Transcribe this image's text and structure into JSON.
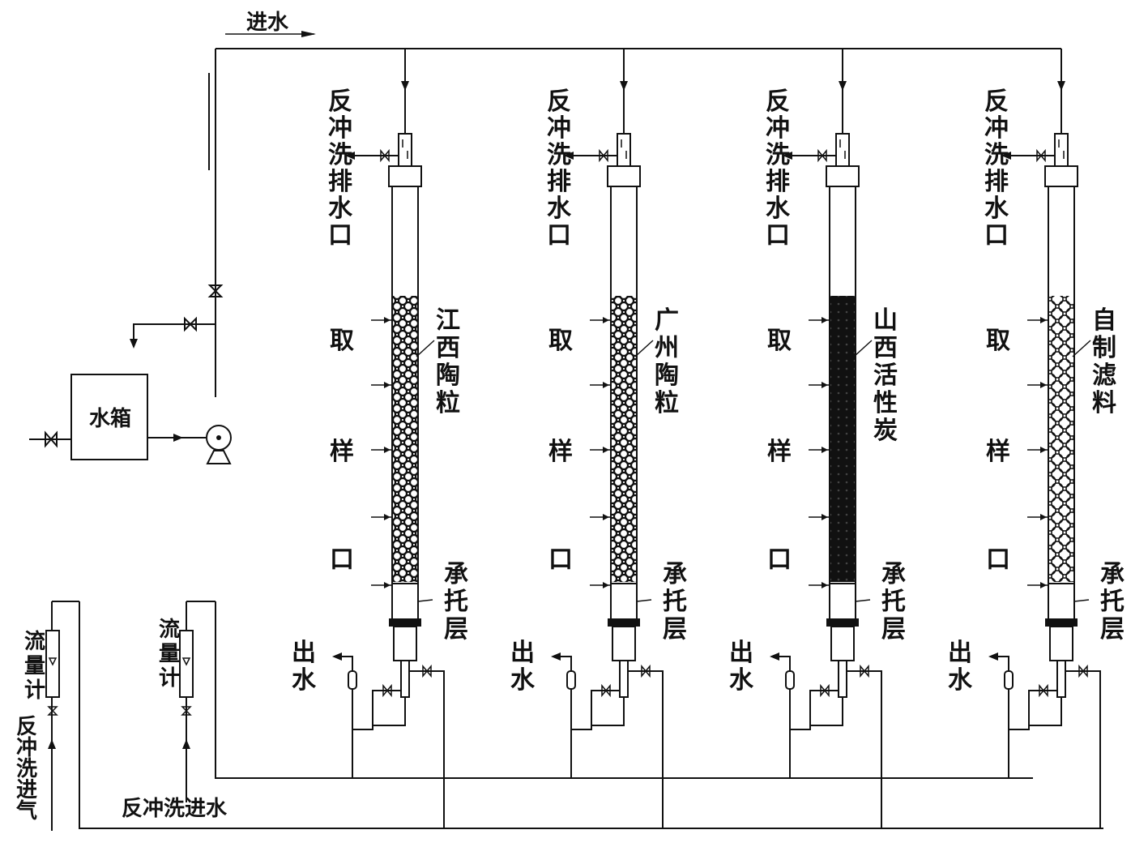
{
  "labels": {
    "inlet_water": "进水",
    "water_tank": "水箱",
    "backwash_inlet": "反冲洗进水",
    "backwash_air": "反冲洗进气",
    "flowmeter": "流量计"
  },
  "columns": [
    {
      "drain": "反冲洗排水口",
      "sample": "取样口",
      "media": "江西陶粒",
      "support": "承托层",
      "outlet": "出水",
      "fill": "ceramsite"
    },
    {
      "drain": "反冲洗排水口",
      "sample": "取样口",
      "media": "广州陶粒",
      "support": "承托层",
      "outlet": "出水",
      "fill": "ceramsite"
    },
    {
      "drain": "反冲洗排水口",
      "sample": "取样口",
      "media": "山西活性炭",
      "support": "承托层",
      "outlet": "出水",
      "fill": "carbon"
    },
    {
      "drain": "反冲洗排水口",
      "sample": "取样口",
      "media": "自制滤料",
      "support": "承托层",
      "outlet": "出水",
      "fill": "custom"
    }
  ],
  "colors": {
    "line": "#111111",
    "carbon": "#111111",
    "background": "#ffffff"
  }
}
